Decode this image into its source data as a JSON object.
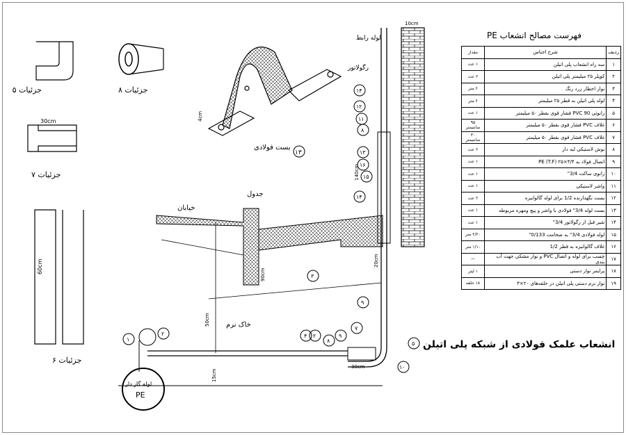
{
  "title": "انشعاب علمک فولادی از شبکه پلی اتیلن",
  "details": {
    "d5": "جزئیات ۵",
    "d8": "جزئیات ۸",
    "d7": "جزئیات ۷",
    "d6": "جزئیات ۶",
    "clamp": "بست فولادی"
  },
  "labels": {
    "connector_pipe": "لوله رابط",
    "regulator": "رگولاتور",
    "curb": "جدول",
    "street": "خیابان",
    "soft_soil": "خاک نرم",
    "gas_pipe": "لوله گاز دار",
    "pe": "PE"
  },
  "dims": {
    "wall": "10cm",
    "d7_width": "30cm",
    "d6_height": "60cm",
    "clamp": "4cm",
    "riser": "140cm",
    "depth": "90cm",
    "cover": "50cm",
    "bed": "15cm",
    "sleeve_top": "20cm",
    "sleeve": "30cm"
  },
  "callouts": {
    "c13a": "۱۳",
    "c14": "۱۴",
    "c12": "۱۲",
    "c11": "۱۱",
    "c8": "۸",
    "c13": "۱۳",
    "c16": "۱۶",
    "c15": "۱۵",
    "c14b": "۱۴",
    "c3": "۳",
    "c9": "۹",
    "c1": "۱",
    "c2": "۲",
    "c4": "۴",
    "c2b": "۲",
    "c8b": "۸",
    "c9b": "۹",
    "c7": "۷",
    "c5": "۵",
    "c10": "۱۰"
  },
  "table": {
    "title": "فهرست مصالح انشعاب PE",
    "headers": {
      "no": "ردیف",
      "desc": "شرح اجناس",
      "qty": "مقدار"
    },
    "rows": [
      {
        "no": "۱",
        "desc": "سه راه انشعاب پلی اتیلن",
        "qty": "۱ عدد"
      },
      {
        "no": "۲",
        "desc": "کوپلر ۲۵ میلیمتر پلی اتیلن",
        "qty": "۲ عدد"
      },
      {
        "no": "۳",
        "desc": "نوار اخطار زرد رنگ",
        "qty": "۶ متر"
      },
      {
        "no": "۴",
        "desc": "لوله پلی اتیلن به قطر ۲۵ میلیمتر",
        "qty": "۶ متر"
      },
      {
        "no": "۵",
        "desc": "زانوئی PVC 90 فشار قوی بقطر ۵۰ میلیمتر",
        "qty": "۱ عدد"
      },
      {
        "no": "۶",
        "desc": "غلاف PVC فشار قوی بقطر ۵۰ میلیمتر",
        "qty": "۹۵ سانتیمتر"
      },
      {
        "no": "۷",
        "desc": "غلاف PVC فشار قوی بقطر ۵۰ میلیمتر",
        "qty": "۳۰ سانتیمتر"
      },
      {
        "no": "۸",
        "desc": "بوش لاستیکی لبه دار",
        "qty": "۲ عدد"
      },
      {
        "no": "۹",
        "desc": "اتصال فولاد به PE (T.F) ۲۵×۳/۴",
        "qty": "۱ عدد"
      },
      {
        "no": "۱۰",
        "desc": "زانوی ساکت 3/4\"",
        "qty": "۱ عدد"
      },
      {
        "no": "۱۱",
        "desc": "واشر لاستیکی",
        "qty": "۱ عدد"
      },
      {
        "no": "۱۲",
        "desc": "بست نگهدارنده 1/2 برای لوله گالوانیزه",
        "qty": "۲ عدد"
      },
      {
        "no": "۱۳",
        "desc": "بست لوله 3/4\" فولادی با واشر و پیچ ومهره مربوطه",
        "qty": "۱ عدد"
      },
      {
        "no": "۱۴",
        "desc": "شیر قبل از رگولاتور 3/4\"",
        "qty": "۱ عدد"
      },
      {
        "no": "۱۵",
        "desc": "لوله فولادی 3/4\" به ضخامت 0/133\"",
        "qty": "۲/۲۰ متر"
      },
      {
        "no": "۱۶",
        "desc": "غلاف گالوانیزه به قطر 1/2",
        "qty": "۱/۱۰ متر"
      },
      {
        "no": "۱۷",
        "desc": "چسب برای لوله و اتصال PVC و نوار مشکی جهت آب بندی",
        "qty": "—"
      },
      {
        "no": "۱۸",
        "desc": "پرایمر نوار دستی",
        "qty": "۱ لیتر"
      },
      {
        "no": "۱۹",
        "desc": "نوار نرم دستی پلی اتیلن در حلقه‌های ۲۰×۳",
        "qty": "۱۸ حلقه"
      }
    ]
  }
}
